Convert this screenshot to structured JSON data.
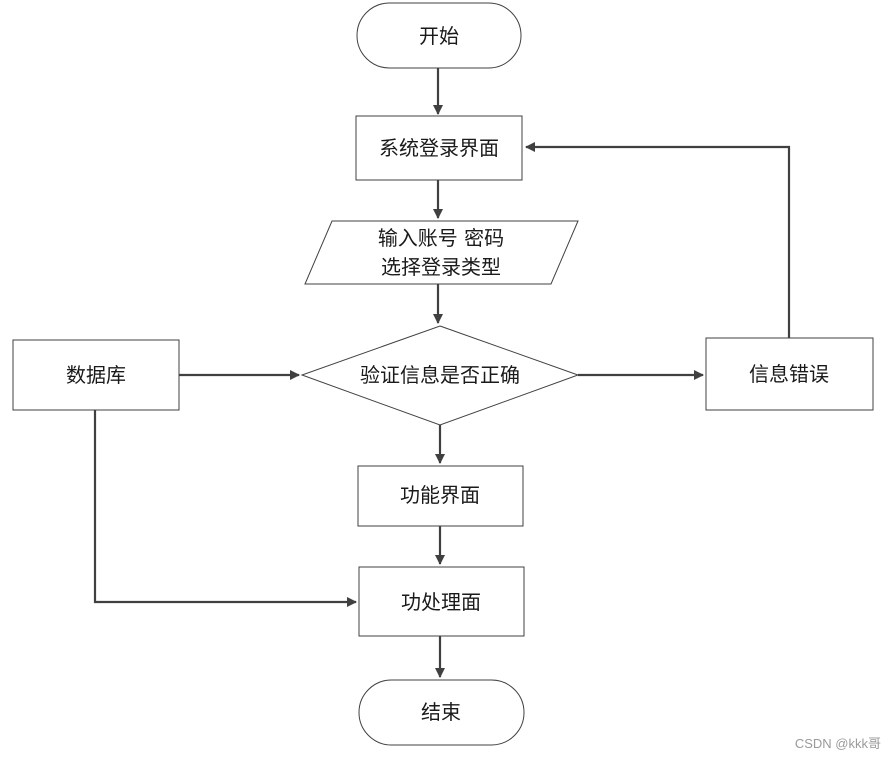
{
  "nodes": {
    "start": "开始",
    "login_page": "系统登录界面",
    "input_line1": "输入账号 密码",
    "input_line2": "选择登录类型",
    "verify": "验证信息是否正确",
    "database": "数据库",
    "error": "信息错误",
    "function_page": "功能界面",
    "process_page": "功处理面",
    "end": "结束"
  },
  "watermark": "CSDN @kkk哥"
}
